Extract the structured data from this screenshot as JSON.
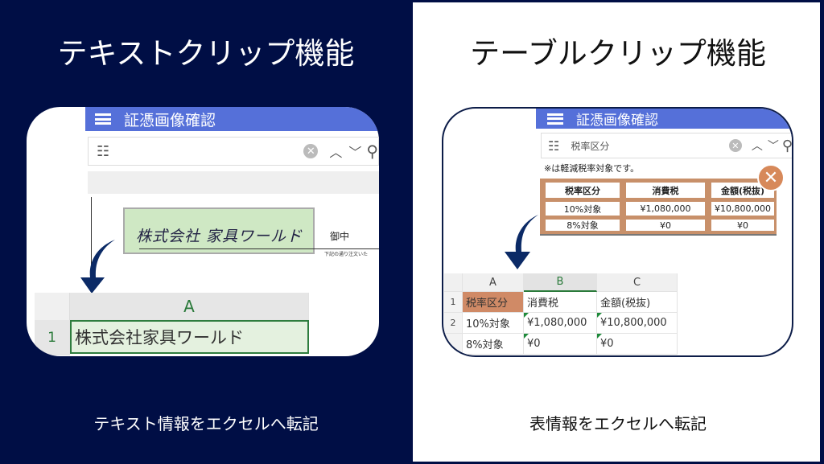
{
  "left": {
    "title": "テキストクリップ機能",
    "caption": "テキスト情報をエクセルへ転記",
    "app": {
      "title": "証憑画像確認",
      "search_value": "",
      "handwritten": "株式会社 家具ワールド",
      "suffix": "御中",
      "subtext": "下記の通り注文いた"
    },
    "sheet": {
      "column": "A",
      "row": "1",
      "value": "株式会社家具ワールド"
    }
  },
  "right": {
    "title": "テーブルクリップ機能",
    "caption": "表情報をエクセルへ転記",
    "app": {
      "title": "証憑画像確認",
      "search_value": "税率区分",
      "note": "※は軽減税率対象です。",
      "table": {
        "headers": [
          "税率区分",
          "消費税",
          "金額(税抜)"
        ],
        "rows": [
          [
            "10%対象",
            "¥1,080,000",
            "¥10,800,000"
          ],
          [
            "8%対象",
            "¥0",
            "¥0"
          ]
        ]
      }
    },
    "sheet": {
      "columns": [
        "A",
        "B",
        "C"
      ],
      "row_numbers": [
        "1",
        "2",
        ""
      ],
      "rows": [
        [
          "税率区分",
          "消費税",
          "金額(税抜)"
        ],
        [
          "10%対象",
          "¥1,080,000",
          "¥10,800,000"
        ],
        [
          "8%対象",
          "¥0",
          "¥0"
        ]
      ]
    }
  },
  "colors": {
    "background": "#000e45",
    "appbar": "#5570d9",
    "highlight": "#cfe8c4",
    "table_border": "#c8906a",
    "accent_cell": "#d08a66",
    "arrow": "#0b2a66"
  }
}
